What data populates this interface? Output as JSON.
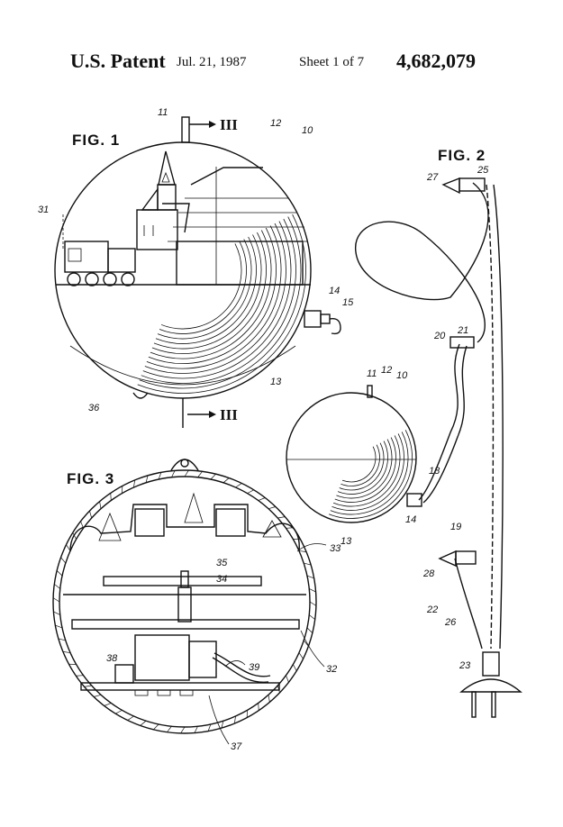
{
  "header": {
    "title": "U.S. Patent",
    "date": "Jul. 21, 1987",
    "sheet": "Sheet 1 of 7",
    "patent_number": "4,682,079"
  },
  "figures": {
    "fig1": "FIG. 1",
    "fig2": "FIG. 2",
    "fig3": "FIG. 3"
  },
  "section_marks": {
    "top": "III",
    "bottom": "III"
  },
  "reference_numerals": {
    "fig1": [
      "11",
      "12",
      "10",
      "31",
      "14",
      "15",
      "13",
      "36"
    ],
    "fig2_small": [
      "11",
      "12",
      "10",
      "18",
      "14",
      "13"
    ],
    "fig2_cord": [
      "27",
      "25",
      "20",
      "21",
      "19",
      "28",
      "22",
      "26",
      "23"
    ],
    "fig3": [
      "35",
      "34",
      "33",
      "38",
      "39",
      "32",
      "37"
    ]
  }
}
